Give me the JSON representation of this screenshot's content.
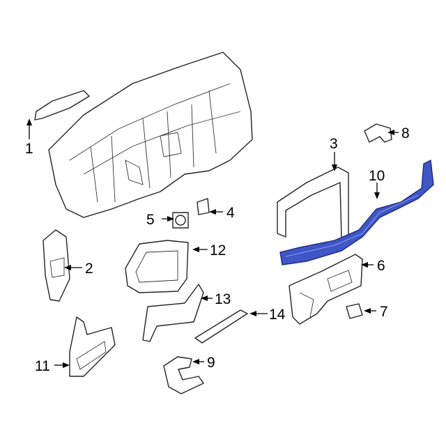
{
  "diagram": {
    "highlight_color": "#3f56c6",
    "callouts": [
      {
        "id": "1",
        "label": "1"
      },
      {
        "id": "2",
        "label": "2"
      },
      {
        "id": "3",
        "label": "3"
      },
      {
        "id": "4",
        "label": "4"
      },
      {
        "id": "5",
        "label": "5"
      },
      {
        "id": "6",
        "label": "6"
      },
      {
        "id": "7",
        "label": "7"
      },
      {
        "id": "8",
        "label": "8"
      },
      {
        "id": "9",
        "label": "9"
      },
      {
        "id": "10",
        "label": "10"
      },
      {
        "id": "11",
        "label": "11"
      },
      {
        "id": "12",
        "label": "12"
      },
      {
        "id": "13",
        "label": "13"
      },
      {
        "id": "14",
        "label": "14"
      }
    ]
  }
}
